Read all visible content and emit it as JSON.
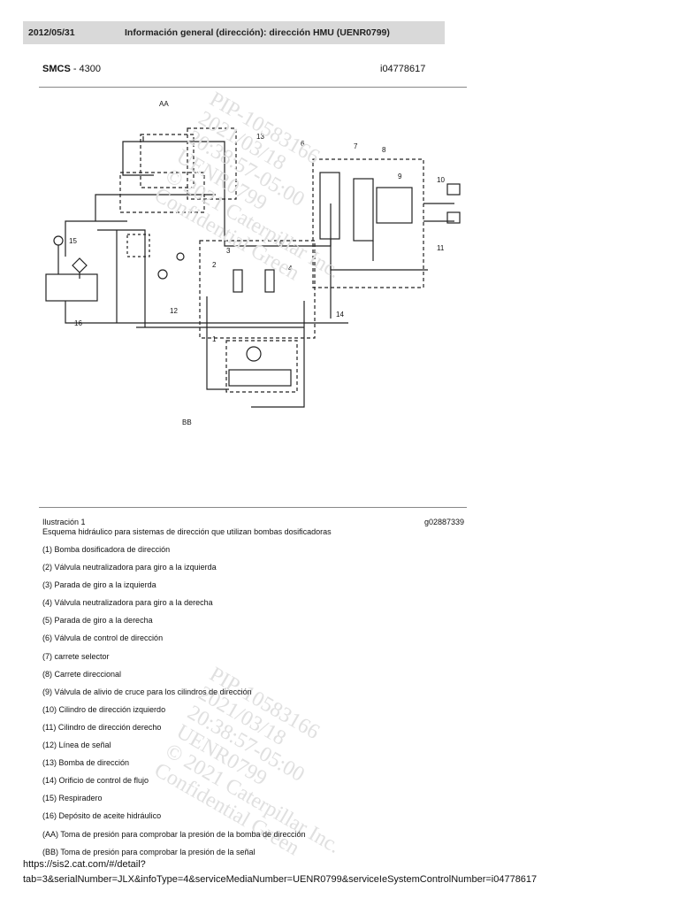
{
  "header": {
    "date": "2012/05/31",
    "title": "Información general (dirección): dirección HMU (UENR0799)"
  },
  "doc": {
    "smcs_label": "SMCS",
    "smcs_value": " - 4300",
    "id": "i04778617"
  },
  "diagram": {
    "callouts": [
      "AA",
      "13",
      "6",
      "7",
      "8",
      "9",
      "10",
      "11",
      "15",
      "16",
      "3",
      "5",
      "2",
      "4",
      "12",
      "14",
      "1",
      "BB"
    ],
    "watermark": "PIP-10583166\n2021/03/18\n20:38:57-05:00\nUENR0799\n© 2021 Caterpillar Inc.\nConfidential Green"
  },
  "figure": {
    "label": "Ilustración 1",
    "caption": "Esquema hidráulico para sistemas de dirección que utilizan bombas dosificadoras",
    "ref": "g02887339"
  },
  "legend": [
    "(1) Bomba dosificadora de dirección",
    "(2) Válvula neutralizadora para giro a la izquierda",
    "(3) Parada de giro a la izquierda",
    "(4) Válvula neutralizadora para giro a la derecha",
    "(5) Parada de giro a la derecha",
    "(6) Válvula de control de dirección",
    "(7) carrete selector",
    "(8) Carrete direccional",
    "(9) Válvula de alivio de cruce para los cilindros de dirección",
    "(10) Cilindro de dirección izquierdo",
    "(11) Cilindro de dirección derecho",
    "(12) Línea de señal",
    "(13) Bomba de dirección",
    "(14) Orificio de control de flujo",
    "(15) Respiradero",
    "(16) Depósito de aceite hidráulico",
    "(AA) Toma de presión para comprobar la presión de la bomba de dirección",
    "(BB) Toma de presión para comprobar la presión de la señal"
  ],
  "footer": {
    "url_line1": "https://sis2.cat.com/#/detail?",
    "url_line2": "tab=3&serialNumber=JLX&infoType=4&serviceMediaNumber=UENR0799&serviceIeSystemControlNumber=i04778617"
  }
}
